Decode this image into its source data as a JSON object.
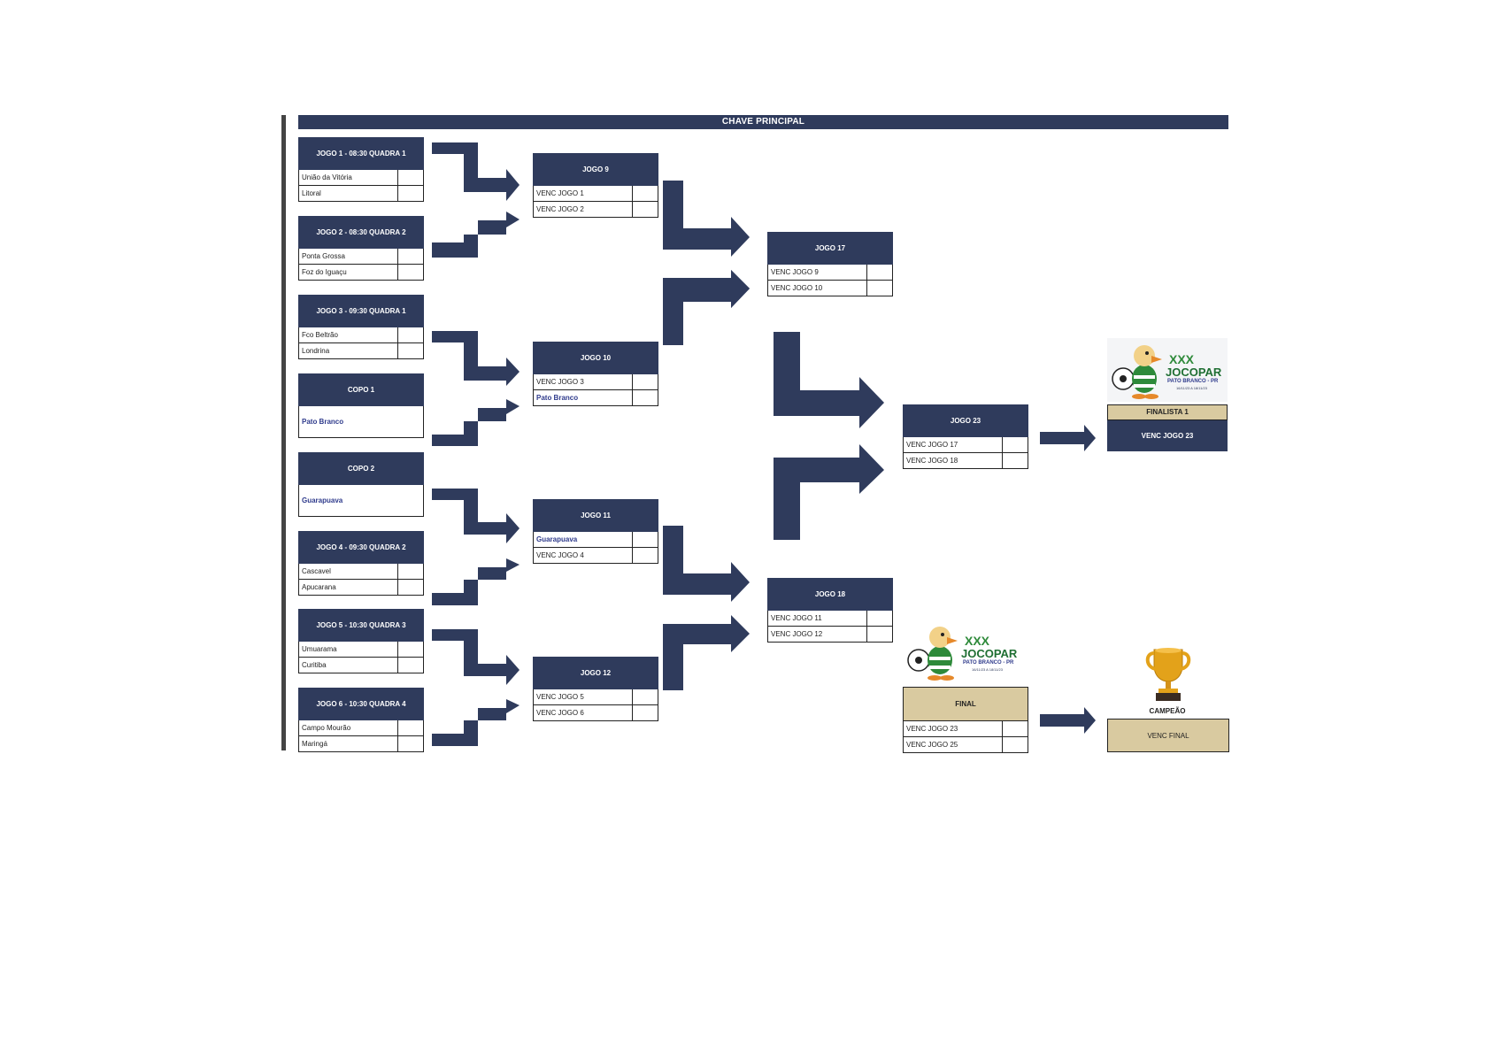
{
  "title": "CHAVE PRINCIPAL",
  "round1": [
    {
      "header": "JOGO 1 - 08:30 QUADRA 1",
      "teams": [
        "União da Vitória",
        "Litoral"
      ]
    },
    {
      "header": "JOGO 2 - 08:30 QUADRA 2",
      "teams": [
        "Ponta Grossa",
        "Foz do Iguaçu"
      ]
    },
    {
      "header": "JOGO 3 - 09:30 QUADRA 1",
      "teams": [
        "Fco Beltrão",
        "Londrina"
      ]
    },
    {
      "header": "COPO 1",
      "team": "Pato Branco"
    },
    {
      "header": "COPO 2",
      "team": "Guarapuava"
    },
    {
      "header": "JOGO 4 - 09:30 QUADRA 2",
      "teams": [
        "Cascavel",
        "Apucarana"
      ]
    },
    {
      "header": "JOGO 5 - 10:30 QUADRA 3",
      "teams": [
        "Umuarama",
        "Curitiba"
      ]
    },
    {
      "header": "JOGO 6 - 10:30 QUADRA 4",
      "teams": [
        "Campo Mourão",
        "Maringá"
      ]
    }
  ],
  "round2": [
    {
      "header": "JOGO 9",
      "teams": [
        "VENC JOGO 1",
        "VENC JOGO 2"
      ]
    },
    {
      "header": "JOGO 10",
      "teams": [
        "VENC JOGO 3",
        "Pato Branco"
      ]
    },
    {
      "header": "JOGO 11",
      "teams": [
        "Guarapuava",
        "VENC JOGO 4"
      ]
    },
    {
      "header": "JOGO 12",
      "teams": [
        "VENC JOGO 5",
        "VENC JOGO 6"
      ]
    }
  ],
  "round3": [
    {
      "header": "JOGO 17",
      "teams": [
        "VENC JOGO 9",
        "VENC JOGO 10"
      ]
    },
    {
      "header": "JOGO 18",
      "teams": [
        "VENC JOGO 11",
        "VENC JOGO 12"
      ]
    }
  ],
  "semi": {
    "header": "JOGO 23",
    "teams": [
      "VENC JOGO 17",
      "VENC JOGO 18"
    ]
  },
  "finalist": {
    "label": "FINALISTA 1",
    "value": "VENC JOGO 23"
  },
  "final": {
    "header": "FINAL",
    "teams": [
      "VENC JOGO 23",
      "VENC JOGO 25"
    ]
  },
  "champion": {
    "label": "CAMPEÃO",
    "value": "VENC FINAL"
  },
  "logo": {
    "line1": "XXX",
    "line2": "JOCOPAR",
    "line3": "PATO BRANCO - PR",
    "line4": "16/11/23 A 18/11/23"
  },
  "colors": {
    "navy": "#2f3b5c",
    "tan": "#d9caa0",
    "trophy": "#e3a21a",
    "logo_green": "#2e8a3a"
  }
}
